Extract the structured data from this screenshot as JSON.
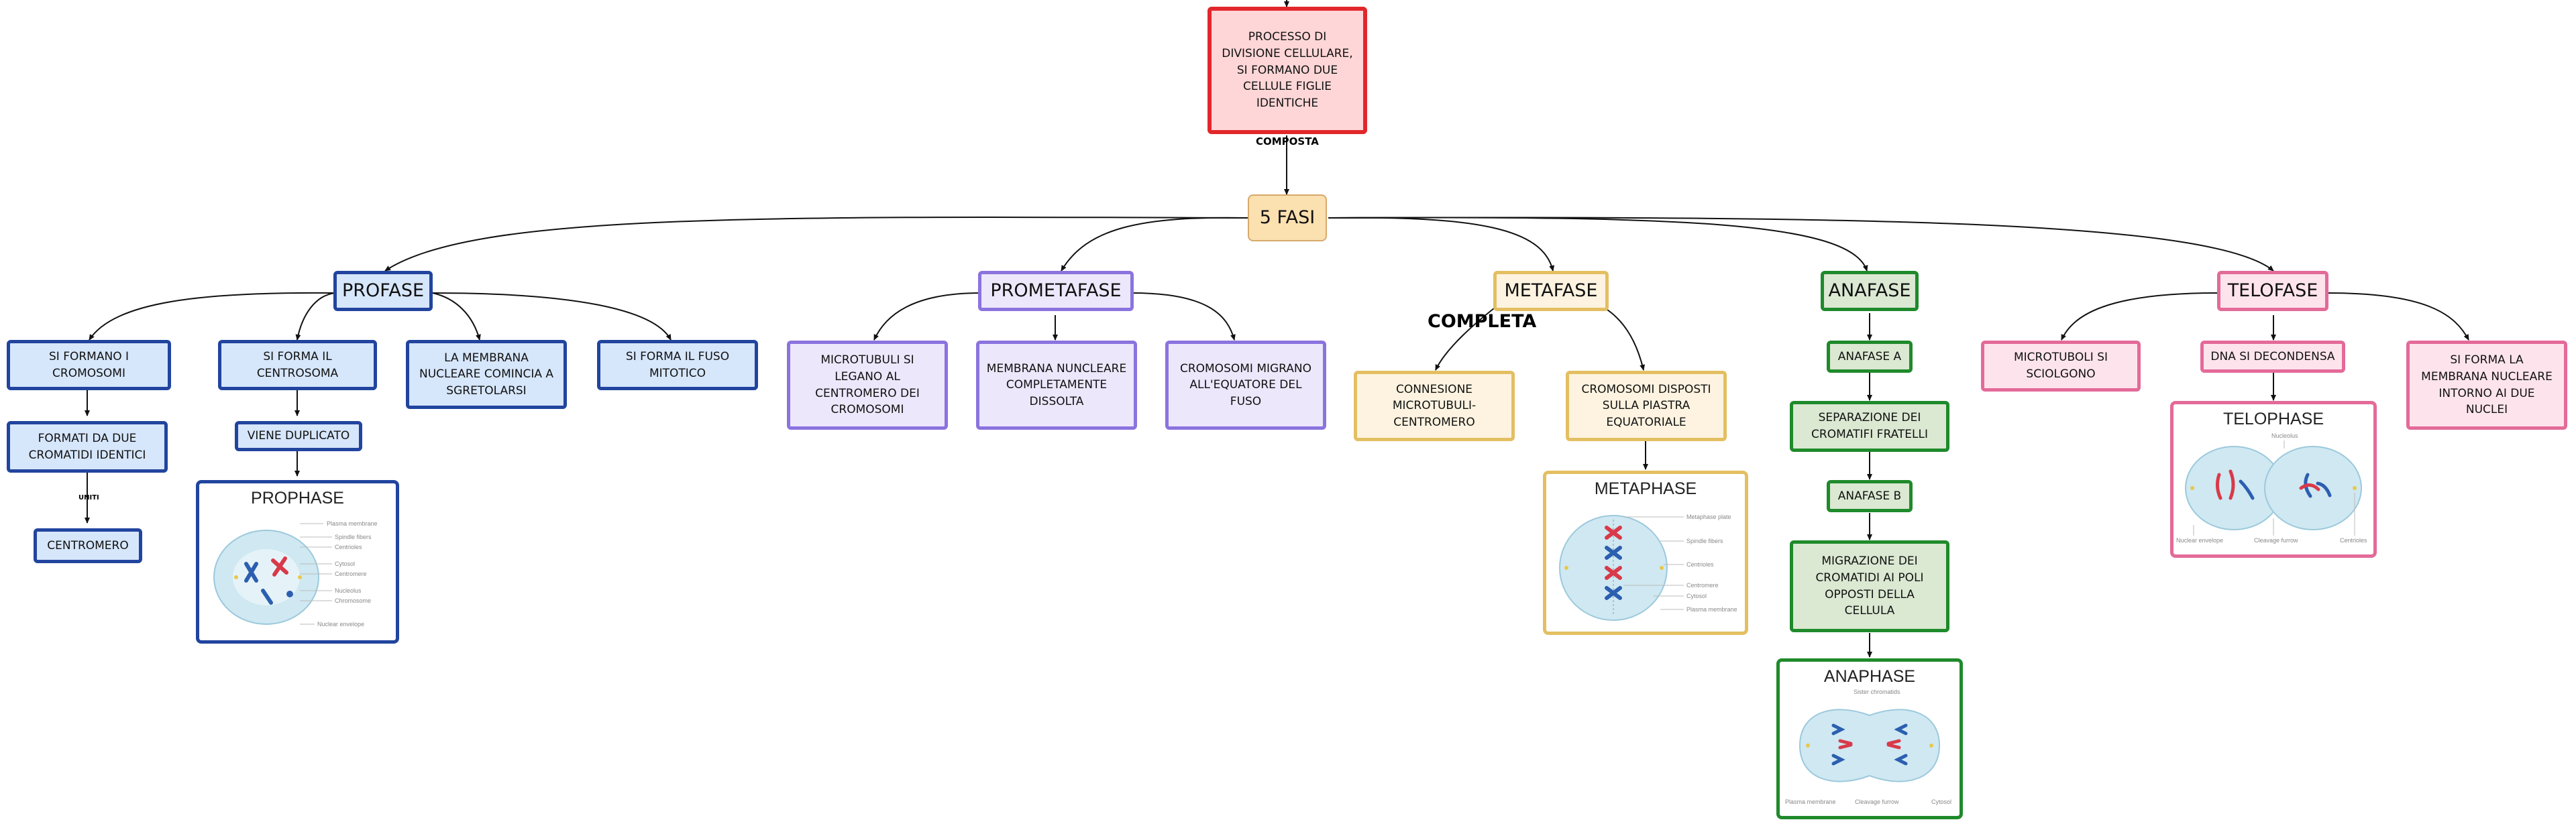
{
  "root": {
    "text": "PROCESSO DI DIVISIONE CELLULARE, SI FORMANO DUE CELLULE FIGLIE IDENTICHE"
  },
  "link_labels": {
    "composta": "COMPOSTA",
    "completa": "COMPLETA",
    "uniti": "UNITI"
  },
  "hub": {
    "text": "5 FASI"
  },
  "phases": {
    "profase": {
      "title": "PROFASE",
      "items": [
        "SI FORMANO I CROMOSOMI",
        "SI FORMA IL CENTROSOMA",
        "LA MEMBRANA NUCLEARE COMINCIA A SGRETOLARSI",
        "SI FORMA IL FUSO MITOTICO"
      ],
      "sub": [
        "FORMATI DA DUE CROMATIDI IDENTICI",
        "CENTROMERO",
        "VIENE DUPLICATO"
      ]
    },
    "prometafase": {
      "title": "PROMETAFASE",
      "items": [
        "MICROTUBULI SI LEGANO AL CENTROMERO DEI CROMOSOMI",
        "MEMBRANA NUNCLEARE COMPLETAMENTE DISSOLTA",
        "CROMOSOMI MIGRANO ALL'EQUATORE DEL FUSO"
      ]
    },
    "metafase": {
      "title": "METAFASE",
      "items": [
        "CONNESIONE MICROTUBULI-CENTROMERO",
        "CROMOSOMI DISPOSTI SULLA PIASTRA EQUATORIALE"
      ]
    },
    "anafase": {
      "title": "ANAFASE",
      "items": [
        "ANAFASE A",
        "SEPARAZIONE DEI CROMATIFI FRATELLI",
        "ANAFASE B",
        "MIGRAZIONE DEI CROMATIDI AI POLI OPPOSTI DELLA CELLULA"
      ]
    },
    "telofase": {
      "title": "TELOFASE",
      "items": [
        "MICROTUBOLI SI SCIOLGONO",
        "DNA SI DECONDENSA",
        "SI FORMA LA MEMBRANA NUCLEARE INTORNO AI DUE NUCLEI"
      ]
    }
  },
  "images": {
    "prophase": {
      "title": "PROPHASE",
      "labels": [
        "Plasma membrane",
        "Spindle fibers",
        "Centrioles",
        "Cytosol",
        "Centromere",
        "Nucleolus",
        "Chromosome",
        "Nuclear envelope"
      ]
    },
    "metaphase": {
      "title": "METAPHASE",
      "labels": [
        "Metaphase plate",
        "Spindle fibers",
        "Centrioles",
        "Centromere",
        "Cytosol",
        "Plasma membrane"
      ]
    },
    "anaphase": {
      "title": "ANAPHASE",
      "labels": [
        "Sister chromatids",
        "Plasma membrane",
        "Cleavage furrow",
        "Cytosol"
      ]
    },
    "telophase": {
      "title": "TELOPHASE",
      "labels": [
        "Nucleolus",
        "Nuclear envelope",
        "Cleavage furrow",
        "Centrioles"
      ]
    }
  },
  "colors": {
    "blue": "#21449e",
    "purple": "#8b73de",
    "yellow": "#e4bf62",
    "green": "#1f8a2b",
    "pink": "#e36a99",
    "red": "#e2272b"
  }
}
